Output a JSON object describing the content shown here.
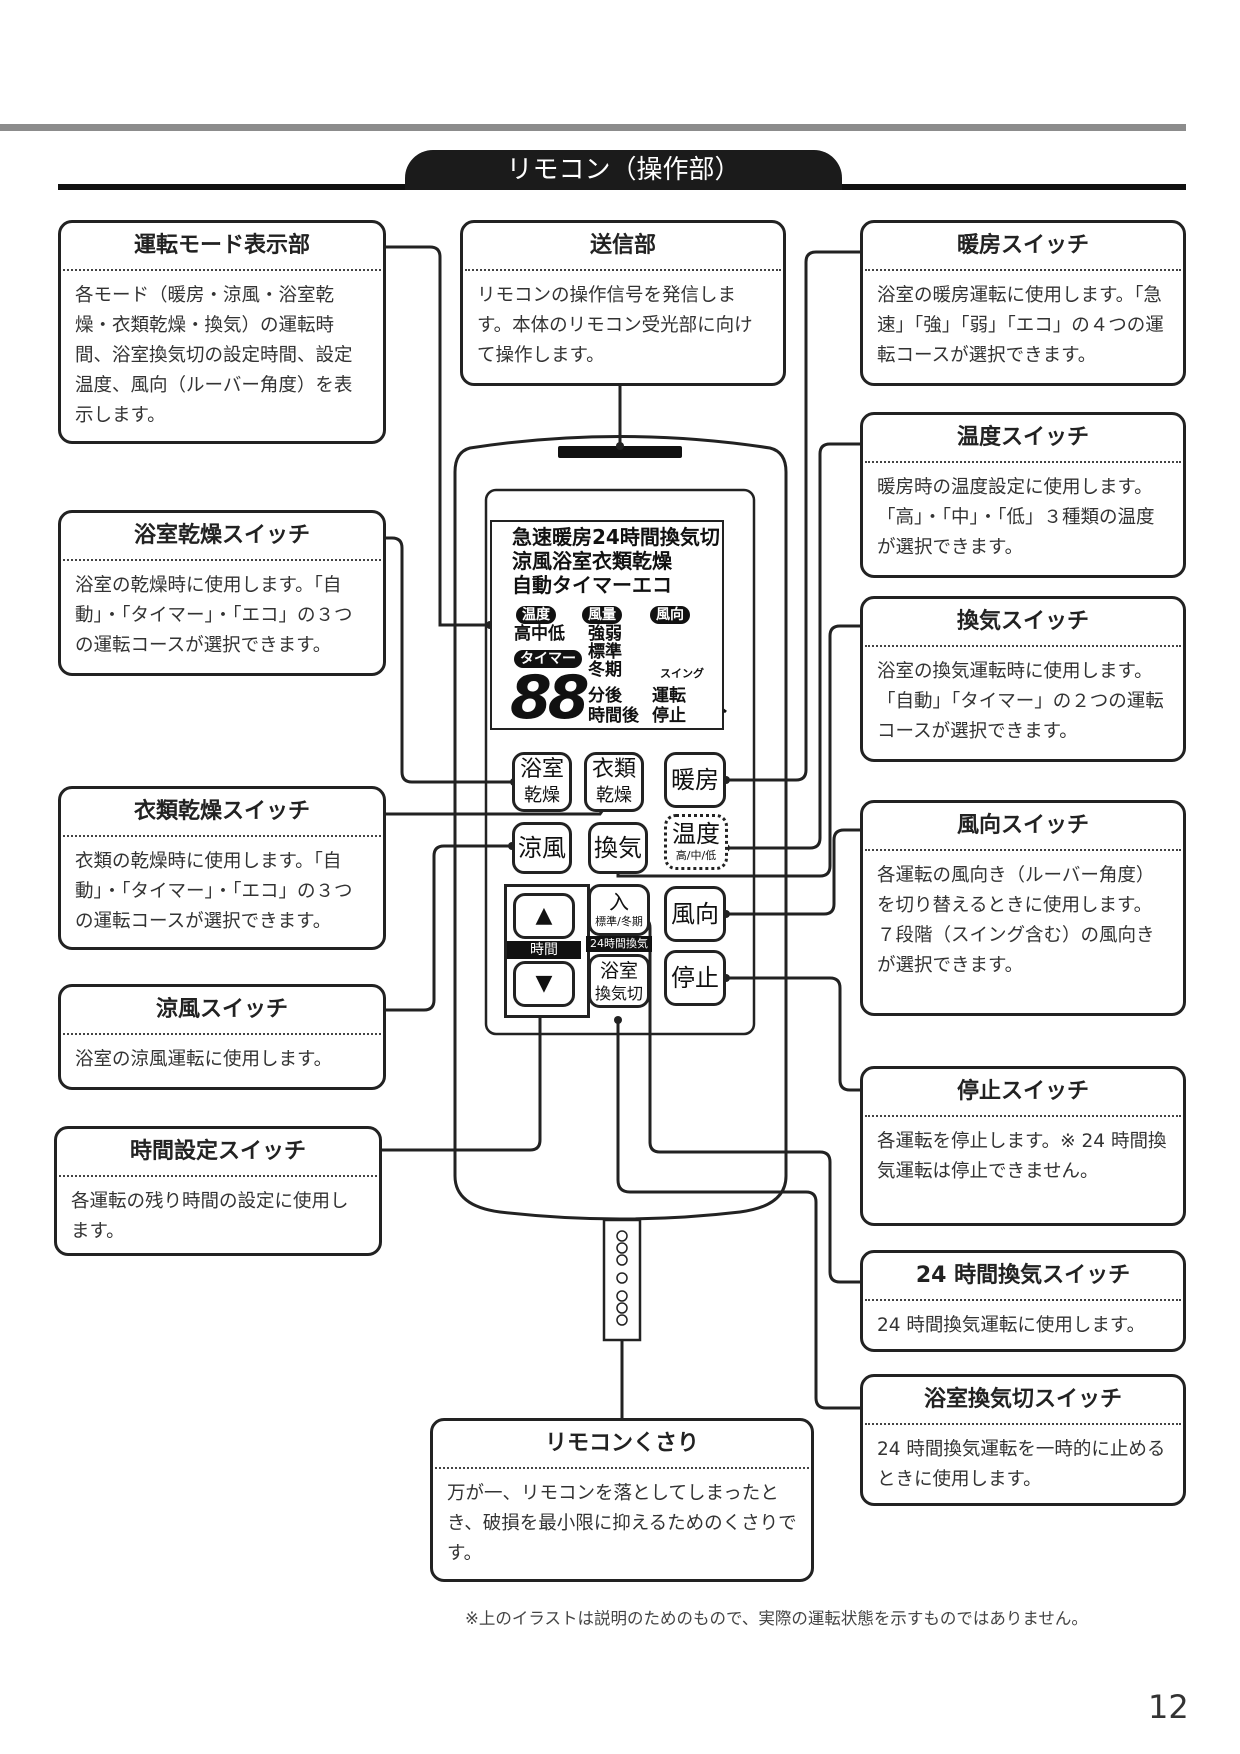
{
  "title": "リモコン（操作部）",
  "boxes": {
    "mode_display": {
      "title": "運転モード表示部",
      "body": "各モード（暖房・涼風・浴室乾燥・衣類乾燥・換気）の運転時間、浴室換気切の設定時間、設定温度、風向（ルーバー角度）を表示します。"
    },
    "transmitter": {
      "title": "送信部",
      "body": "リモコンの操作信号を発信します。本体のリモコン受光部に向けて操作します。"
    },
    "heating": {
      "title": "暖房スイッチ",
      "body": "浴室の暖房運転に使用します。「急速」「強」「弱」「エコ」の４つの運転コースが選択できます。"
    },
    "temperature": {
      "title": "温度スイッチ",
      "body": "暖房時の温度設定に使用します。「高」・「中」・「低」３種類の温度が選択できます。"
    },
    "bath_dry": {
      "title": "浴室乾燥スイッチ",
      "body": "浴室の乾燥時に使用します。「自動」・「タイマー」・「エコ」の３つの運転コースが選択できます。"
    },
    "ventilation": {
      "title": "換気スイッチ",
      "body": "浴室の換気運転時に使用します。「自動」「タイマー」の２つの運転コースが選択できます。"
    },
    "clothes_dry": {
      "title": "衣類乾燥スイッチ",
      "body": "衣類の乾燥時に使用します。「自動」・「タイマー」・「エコ」の３つの運転コースが選択できます。"
    },
    "direction": {
      "title": "風向スイッチ",
      "body": "各運転の風向き（ルーバー角度）を切り替えるときに使用します。７段階（スイング含む）の風向きが選択できます。"
    },
    "cool": {
      "title": "涼風スイッチ",
      "body": "浴室の涼風運転に使用します。"
    },
    "time_set": {
      "title": "時間設定スイッチ",
      "body": "各運転の残り時間の設定に使用します。"
    },
    "stop": {
      "title": "停止スイッチ",
      "body": "各運転を停止します。※ 24 時間換気運転は停止できません。"
    },
    "vent24": {
      "title": "24 時間換気スイッチ",
      "body": "24 時間換気運転に使用します。"
    },
    "bath_vent_off": {
      "title": "浴室換気切スイッチ",
      "body": "24 時間換気運転を一時的に止めるときに使用します。"
    },
    "chain": {
      "title": "リモコンくさり",
      "body": "万が一、リモコンを落としてしまったとき、破損を最小限に抑えるためのくさりです。"
    }
  },
  "lcd": {
    "line1": "急速暖房24時間換気切",
    "line2": "涼風浴室衣類乾燥",
    "line3": "自動タイマーエコ",
    "temp_label": "温度",
    "temp_values": "高中低",
    "air_label": "風量",
    "air_values": [
      "強弱",
      "標準",
      "冬期"
    ],
    "dir_label": "風向",
    "swing": "スイング",
    "timer_label": "タイマー",
    "digits": "88",
    "unit1": "分後",
    "unit2": "時間後",
    "op1": "運転",
    "op2": "停止"
  },
  "buttons": {
    "bath_dry": [
      "浴室",
      "乾燥"
    ],
    "clothes_dry": [
      "衣類",
      "乾燥"
    ],
    "heating": "暖房",
    "cool": "涼風",
    "ventilation": "換気",
    "temp": "温度",
    "temp_sub": "高/中/低",
    "time_label": "時間",
    "on": "入",
    "on_sub": "標準/冬期",
    "vent24": "24時間換気",
    "bath_vent_off": [
      "浴室",
      "換気切"
    ],
    "direction": "風向",
    "stop": "停止",
    "up_icon": "triangle-up-icon",
    "down_icon": "triangle-down-icon"
  },
  "footnote": "※上のイラストは説明のためのもので、実際の運転状態を示すものではありません。",
  "page_number": "12"
}
